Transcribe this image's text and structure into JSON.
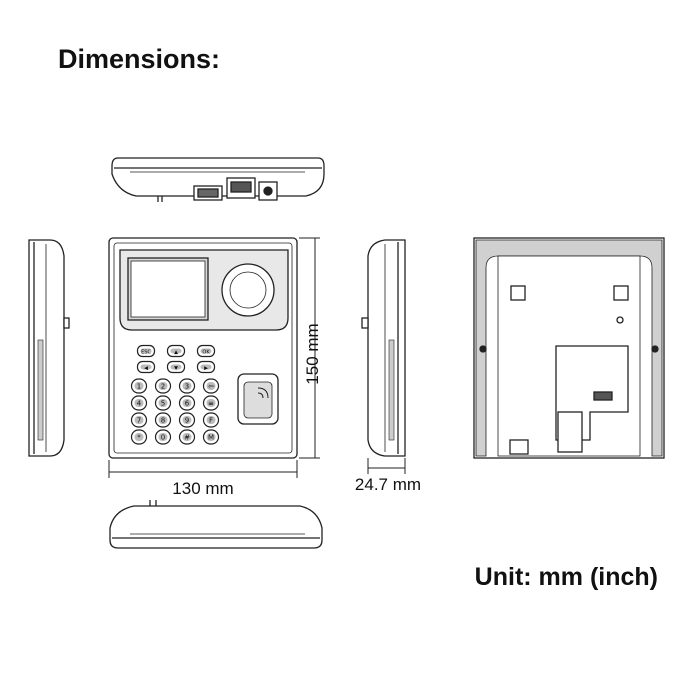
{
  "heading": "Dimensions:",
  "unit_note": "Unit: mm (inch)",
  "dimensions": {
    "width": "130 mm",
    "height": "150 mm",
    "depth": "24.7 mm"
  },
  "keypad_rows": [
    [
      "ESC",
      "▲",
      "OK"
    ],
    [
      "◀",
      "▼",
      "▶"
    ],
    [
      "1",
      "2",
      "3",
      "⇦"
    ],
    [
      "4",
      "5",
      "6",
      "≡"
    ],
    [
      "7",
      "8",
      "9",
      "F"
    ],
    [
      "*",
      "0",
      "#",
      "M"
    ]
  ],
  "colors": {
    "line": "#222222",
    "fill_dark": "#444444",
    "fill_light": "#dddddd"
  }
}
